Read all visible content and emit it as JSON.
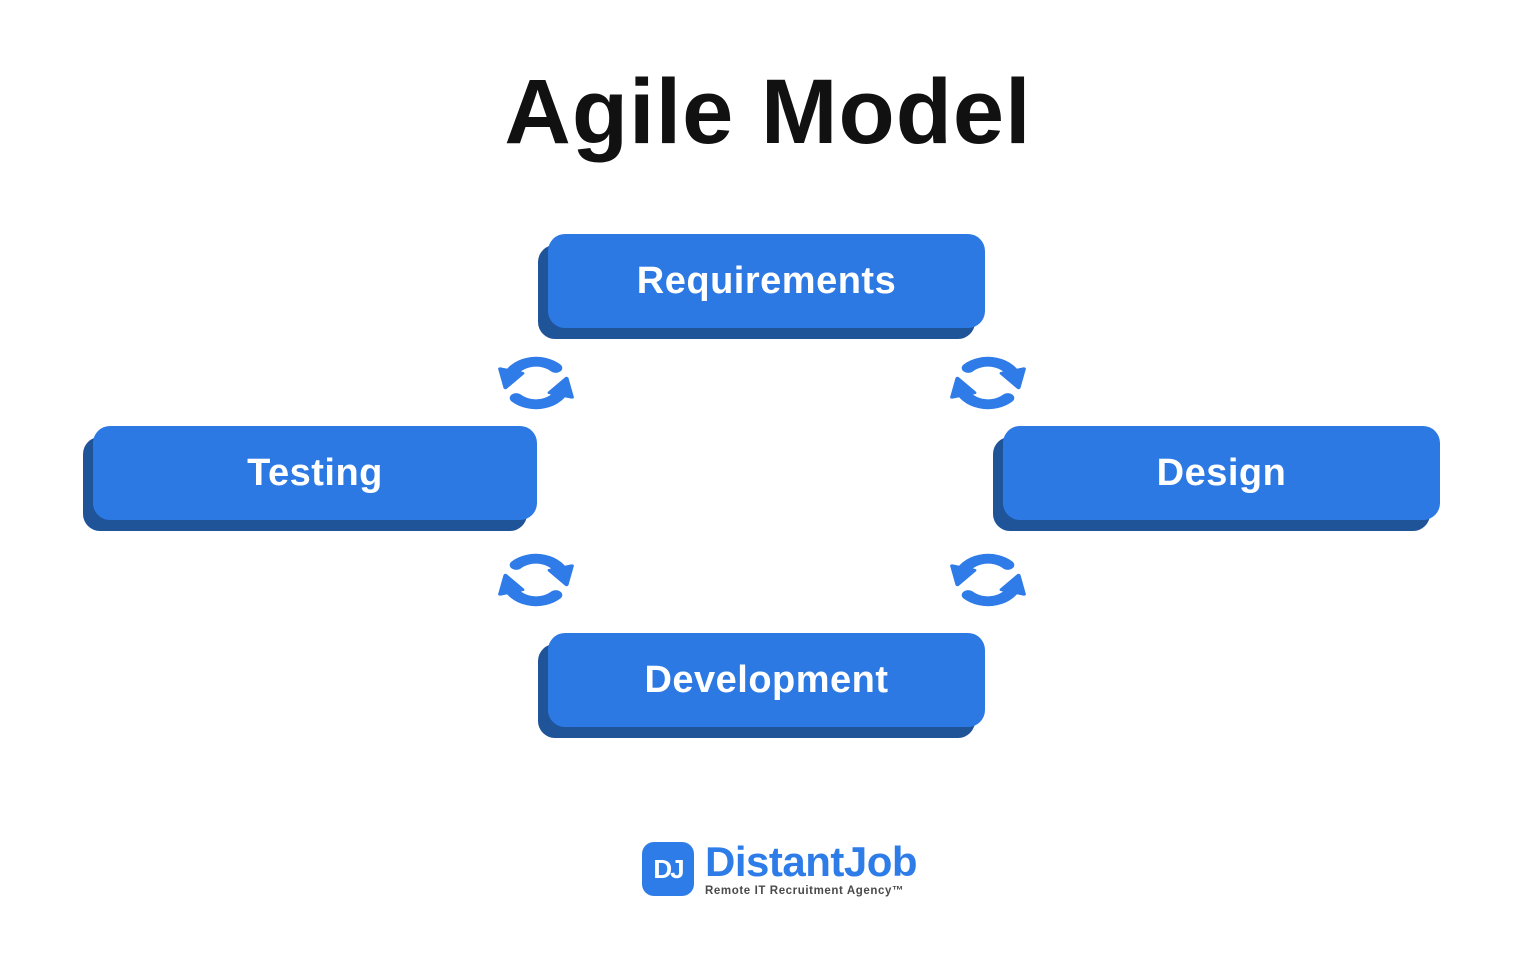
{
  "title": "Agile Model",
  "stages": [
    {
      "label": "Requirements",
      "position": "top"
    },
    {
      "label": "Design",
      "position": "right"
    },
    {
      "label": "Development",
      "position": "bottom"
    },
    {
      "label": "Testing",
      "position": "left"
    }
  ],
  "cycle_icons": [
    {
      "name": "cycle-arrows-icon",
      "between": [
        "Testing",
        "Requirements"
      ],
      "direction": "counterclockwise"
    },
    {
      "name": "cycle-arrows-icon",
      "between": [
        "Requirements",
        "Design"
      ],
      "direction": "clockwise"
    },
    {
      "name": "cycle-arrows-icon",
      "between": [
        "Testing",
        "Development"
      ],
      "direction": "clockwise"
    },
    {
      "name": "cycle-arrows-icon",
      "between": [
        "Development",
        "Design"
      ],
      "direction": "counterclockwise"
    }
  ],
  "logo": {
    "monogram": "DJ",
    "name": "DistantJob",
    "tagline": "Remote IT Recruitment Agency™"
  },
  "colors": {
    "background": "#FFFFFF",
    "title_text": "#111111",
    "box_fill": "#2D79E4",
    "box_shadow": "#1F5499",
    "box_text": "#FFFFFF",
    "arrow_blue": "#2F7CE9",
    "logo_blue": "#2E7CE8",
    "tagline_text": "#4A4A4A"
  }
}
